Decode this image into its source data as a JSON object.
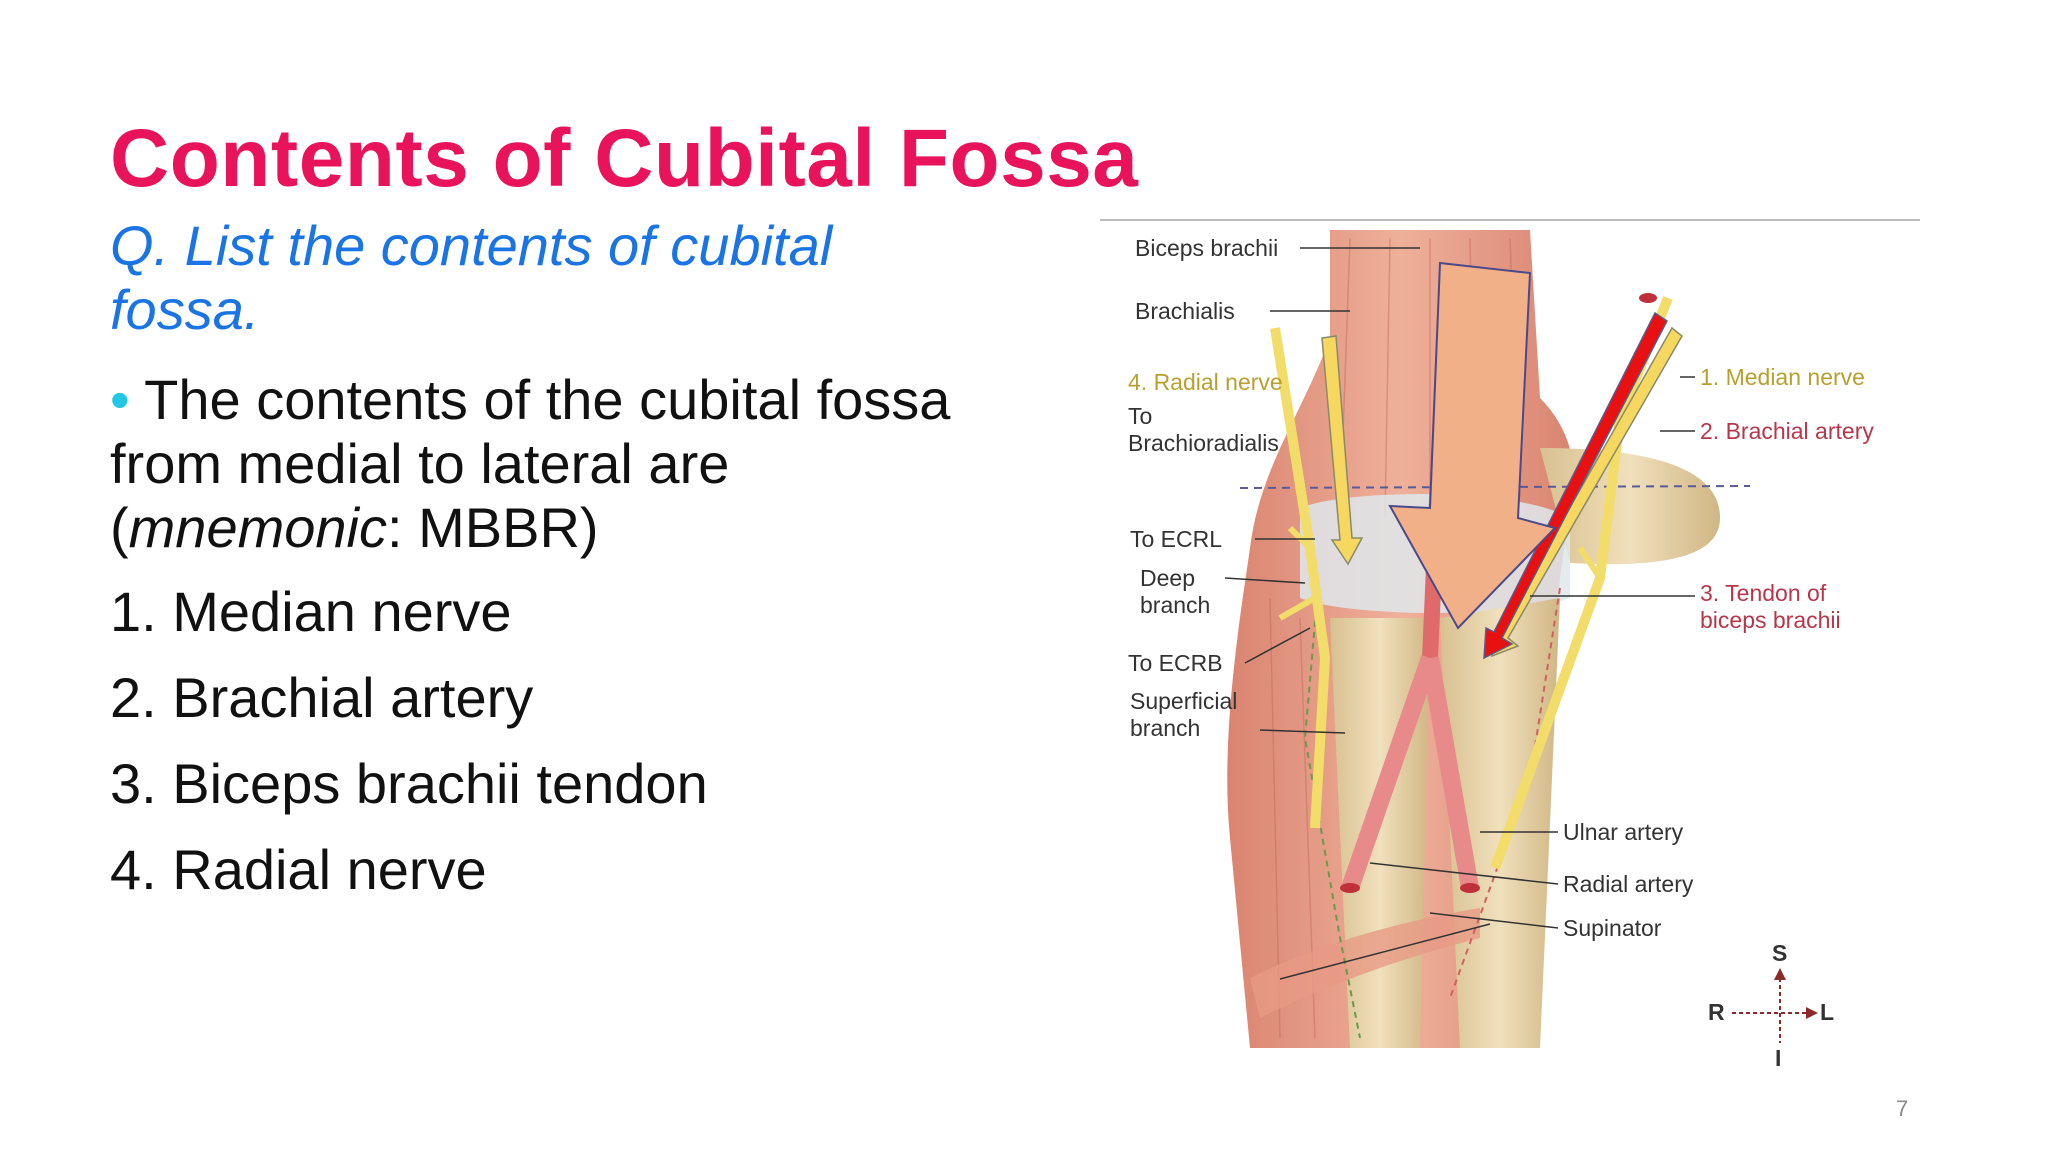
{
  "slide": {
    "title": "Contents of Cubital Fossa",
    "question": "Q. List the contents of cubital fossa.",
    "bullet": {
      "marker": "•",
      "text_before": "The contents of the cubital fossa from medial to lateral are (",
      "emphasis": "mnemonic",
      "text_after": ": MBBR)"
    },
    "list": [
      "1. Median nerve",
      "2. Brachial artery",
      "3. Biceps brachii tendon",
      "4. Radial nerve"
    ],
    "page_number": "7"
  },
  "figure": {
    "labels_left": {
      "biceps": "Biceps brachii",
      "brachialis": "Brachialis",
      "radial_nerve": "4. Radial nerve",
      "to_br_1": "To",
      "to_br_2": "Brachioradialis",
      "to_ecrl": "To ECRL",
      "deep_1": "Deep",
      "deep_2": "branch",
      "to_ecrb": "To ECRB",
      "sup_1": "Superficial",
      "sup_2": "branch"
    },
    "labels_right": {
      "median": "1. Median nerve",
      "brachial": "2. Brachial artery",
      "tendon_1": "3. Tendon of",
      "tendon_2": "biceps brachii",
      "ulnar": "Ulnar artery",
      "radial_artery": "Radial artery",
      "supinator": "Supinator"
    },
    "compass": {
      "s": "S",
      "r": "R",
      "l": "L",
      "i": "I"
    },
    "colors": {
      "label_dark": "#333333",
      "label_yellow": "#b8a030",
      "label_red": "#b8364a",
      "muscle": "#e8a088",
      "bone": "#e6d2a8",
      "nerve": "#f2dc6a",
      "artery_arrow": "#e81010",
      "big_arrow": "#f2b088"
    }
  }
}
